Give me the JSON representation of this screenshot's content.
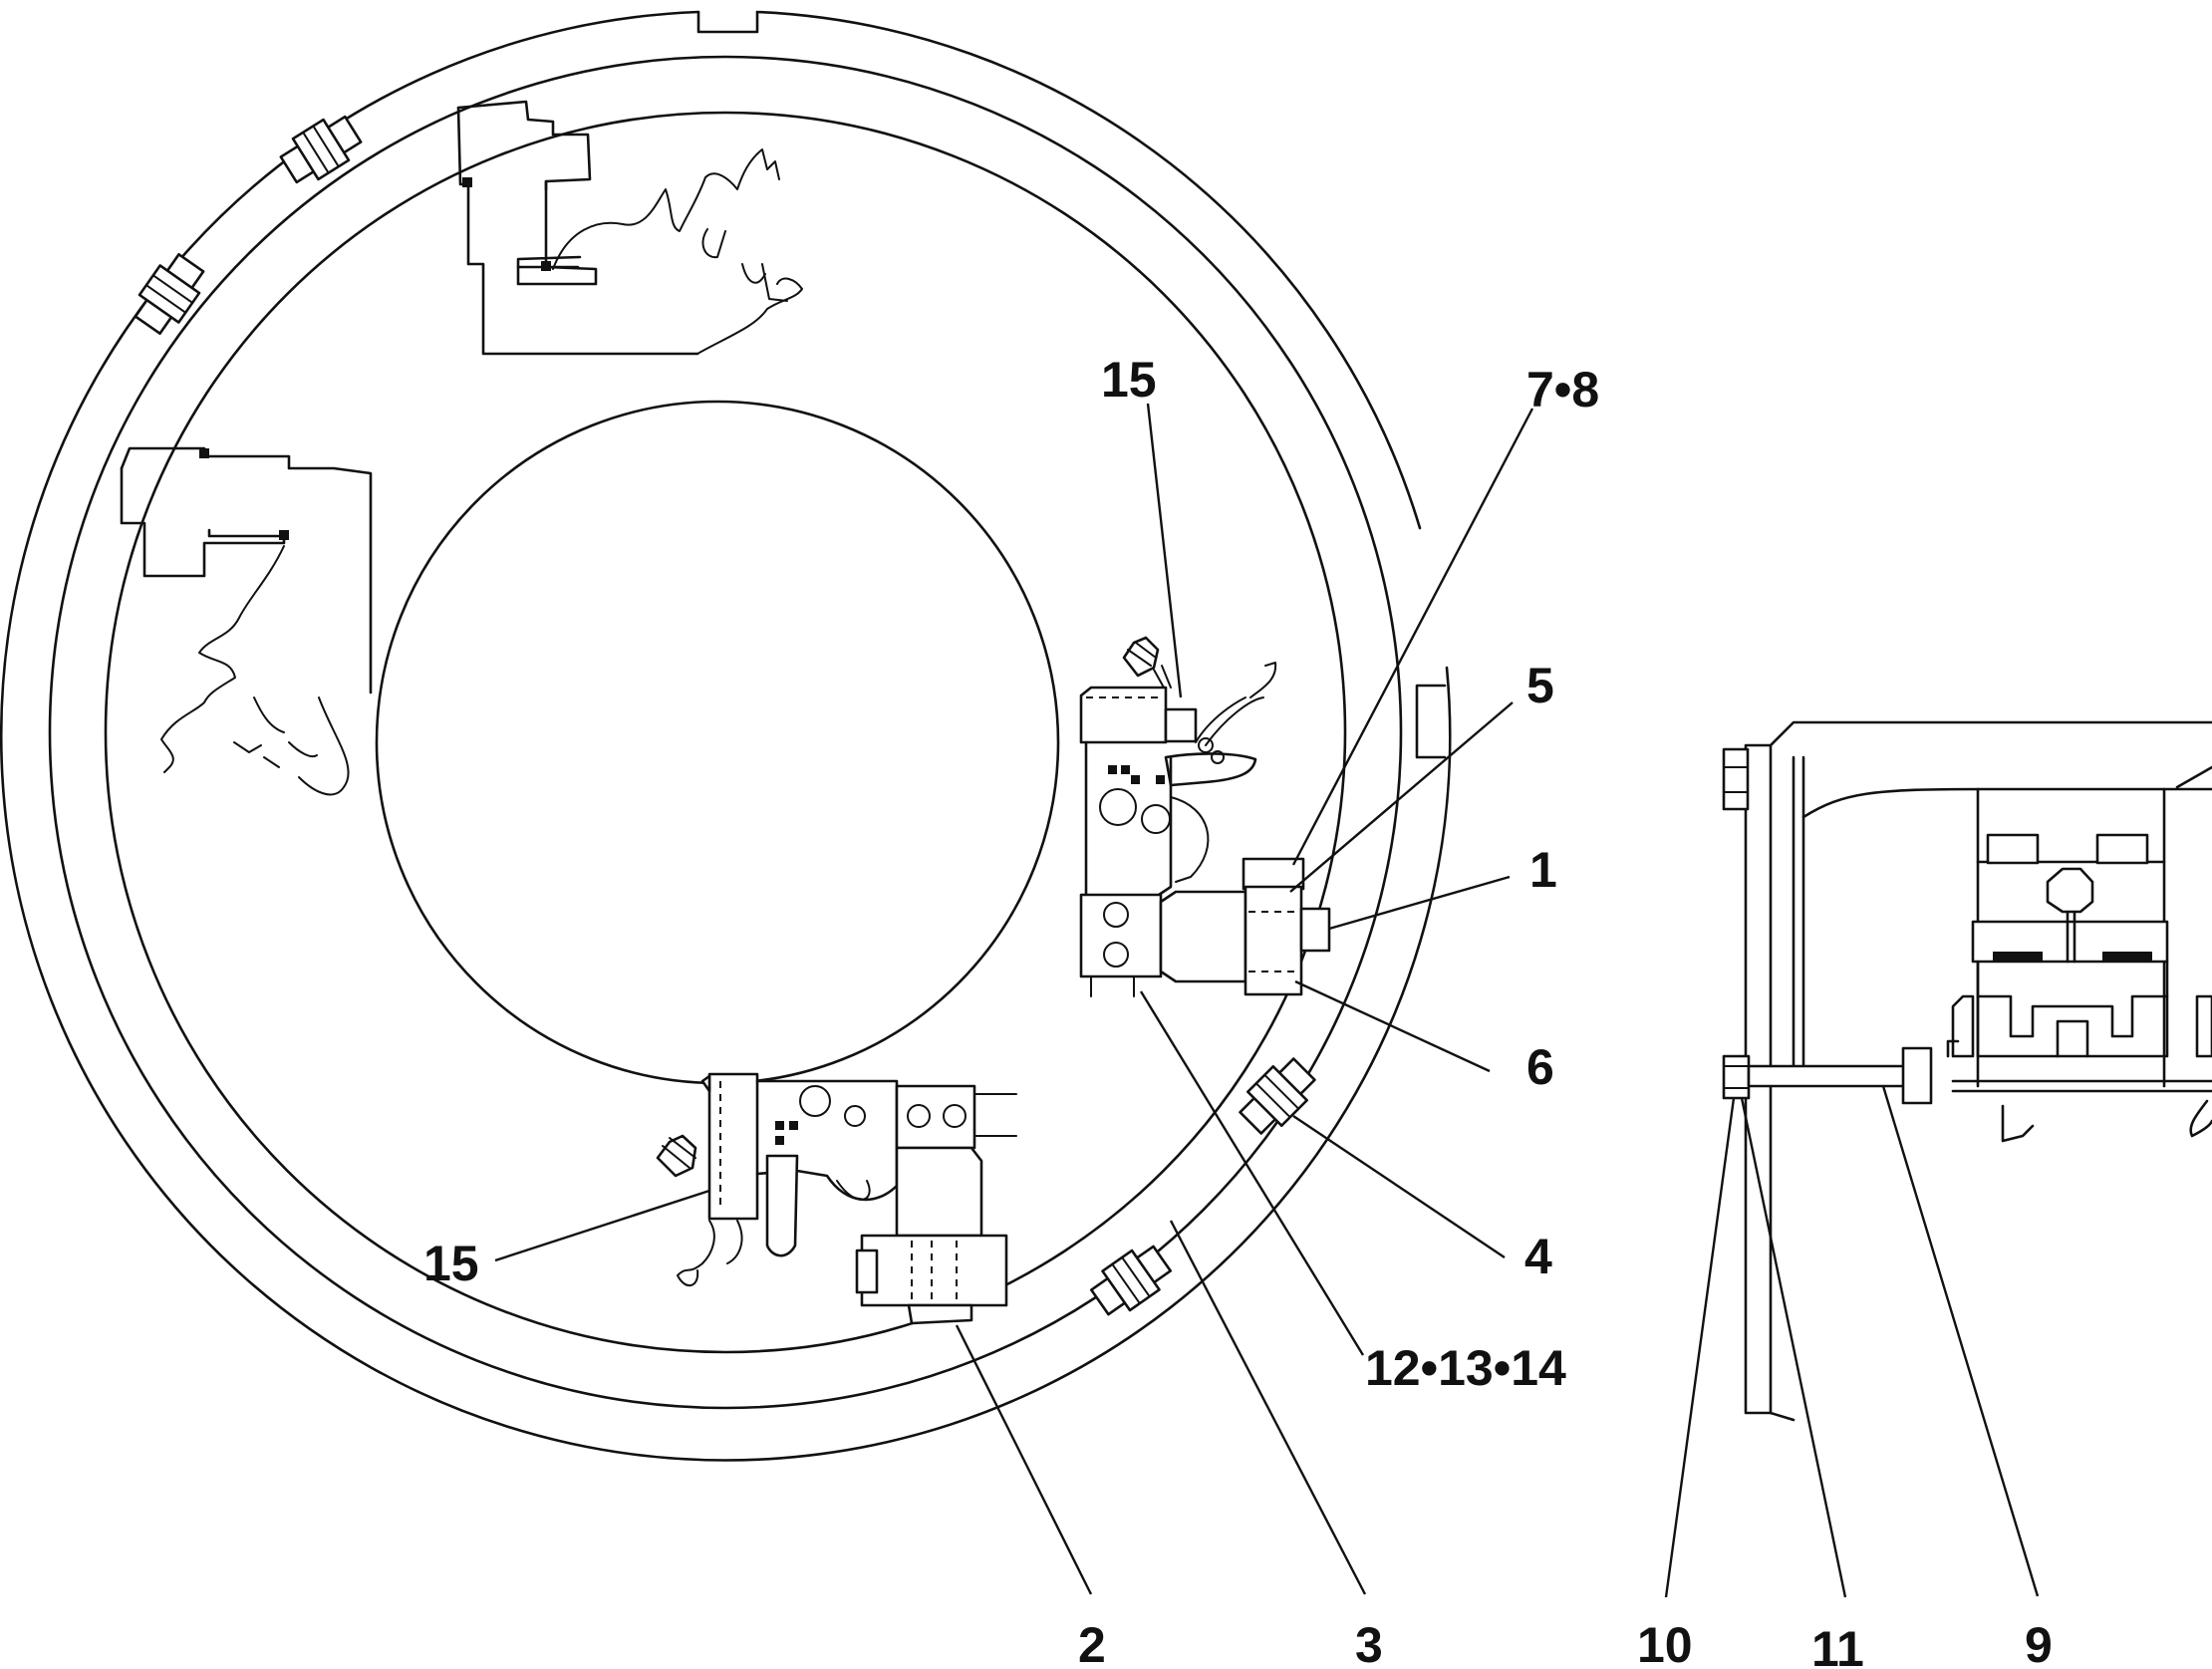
{
  "callouts": {
    "c15_top": "15",
    "c78": "7•8",
    "c5": "5",
    "c1": "1",
    "c6": "6",
    "c4": "4",
    "c121314": "12•13•14",
    "c15_bottom": "15",
    "c2": "2",
    "c3": "3",
    "c10": "10",
    "c11": "11",
    "c9": "9"
  },
  "colors": {
    "line": "#111111",
    "background": "#ffffff"
  }
}
